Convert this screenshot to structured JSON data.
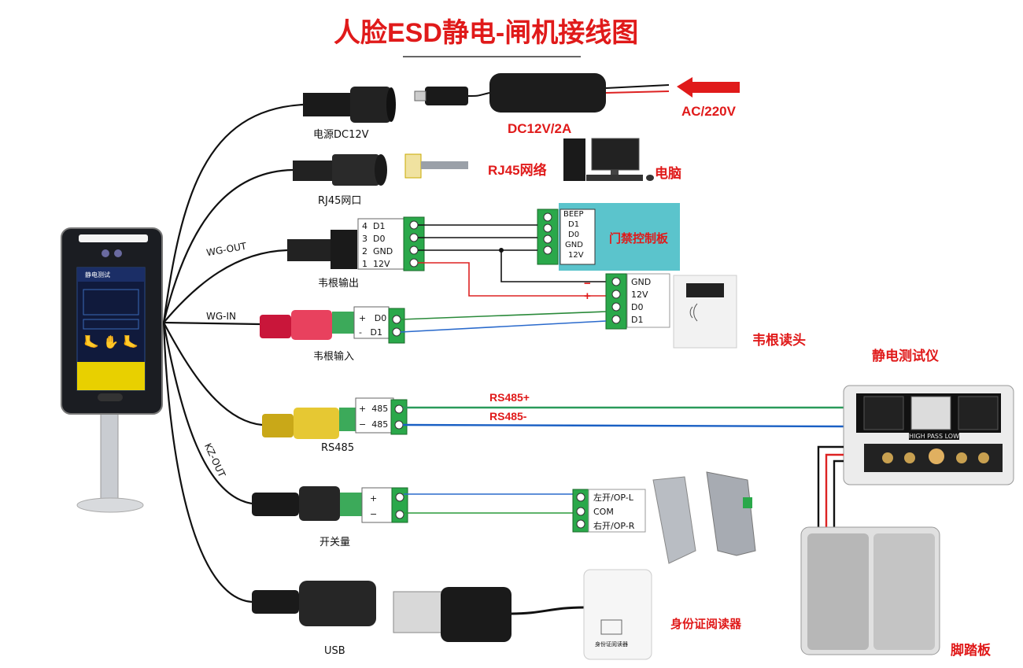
{
  "title": "人脸ESD静电-闸机接线图",
  "ports": {
    "power": "电源DC12V",
    "rj45": "RJ45网口",
    "wg_out_port": "韦根输出",
    "wg_in_port": "韦根输入",
    "rs485": "RS485",
    "switch": "开关量",
    "usb": "USB"
  },
  "cable_labels": {
    "wg_out": "WG-OUT",
    "wg_in": "WG-IN",
    "kz_out": "KZ-OUT"
  },
  "devices": {
    "ac": "AC/220V",
    "adapter": "DC12V/2A",
    "network": "RJ45网络",
    "computer": "电脑",
    "access_board": "门禁控制板",
    "wiegand_reader": "韦根读头",
    "esd_tester": "静电测试仪",
    "id_reader": "身份证阅读器",
    "foot_plate": "脚踏板"
  },
  "wg_out_terminal": [
    {
      "num": "4",
      "sig": "D1"
    },
    {
      "num": "3",
      "sig": "D0"
    },
    {
      "num": "2",
      "sig": "GND"
    },
    {
      "num": "1",
      "sig": "12V"
    }
  ],
  "board_terminal": [
    "BEEP",
    "D1",
    "D0",
    "GND",
    "12V"
  ],
  "reader_terminal": [
    "GND",
    "12V",
    "D0",
    "D1"
  ],
  "reader_polarity": {
    "minus": "−",
    "plus": "+"
  },
  "wg_in_terminal": [
    {
      "pol": "+",
      "sig": "D0"
    },
    {
      "pol": "-",
      "sig": "D1"
    }
  ],
  "rs485_terminal": [
    {
      "pol": "+",
      "sig": "485"
    },
    {
      "pol": "−",
      "sig": "485"
    }
  ],
  "rs485_wires": {
    "plus": "RS485+",
    "minus": "RS485-"
  },
  "switch_terminal": [
    {
      "pol": "+"
    },
    {
      "pol": "−"
    }
  ],
  "gate_terminal": [
    "左开/OP-L",
    "COM",
    "右开/OP-R"
  ],
  "tester_panel_text": "HIGH PASS LOW",
  "screen_title": "静电测试",
  "id_reader_text": "身份证阅读器"
}
